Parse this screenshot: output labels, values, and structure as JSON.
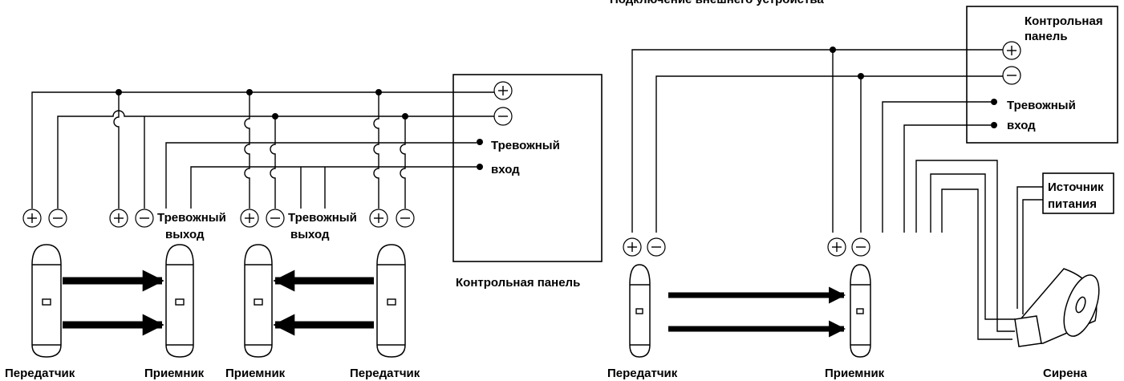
{
  "left_diagram": {
    "control_panel": "Контрольная панель",
    "alarm_input": [
      "Тревожный",
      "вход"
    ],
    "alarm_output": [
      "Тревожный",
      "выход"
    ],
    "devices": {
      "transmitter_1": "Передатчик",
      "receiver_1": "Приемник",
      "receiver_2": "Приемник",
      "transmitter_2": "Передатчик"
    }
  },
  "right_diagram": {
    "title": "Подключение внешнего устройства",
    "control_panel": [
      "Контрольная",
      "панель"
    ],
    "alarm_input": [
      "Тревожный",
      "вход"
    ],
    "power_source": [
      "Источник",
      "питания"
    ],
    "devices": {
      "transmitter": "Передатчик",
      "receiver": "Приемник",
      "siren": "Сирена"
    }
  },
  "symbols": {
    "plus": "+",
    "minus": "−"
  }
}
